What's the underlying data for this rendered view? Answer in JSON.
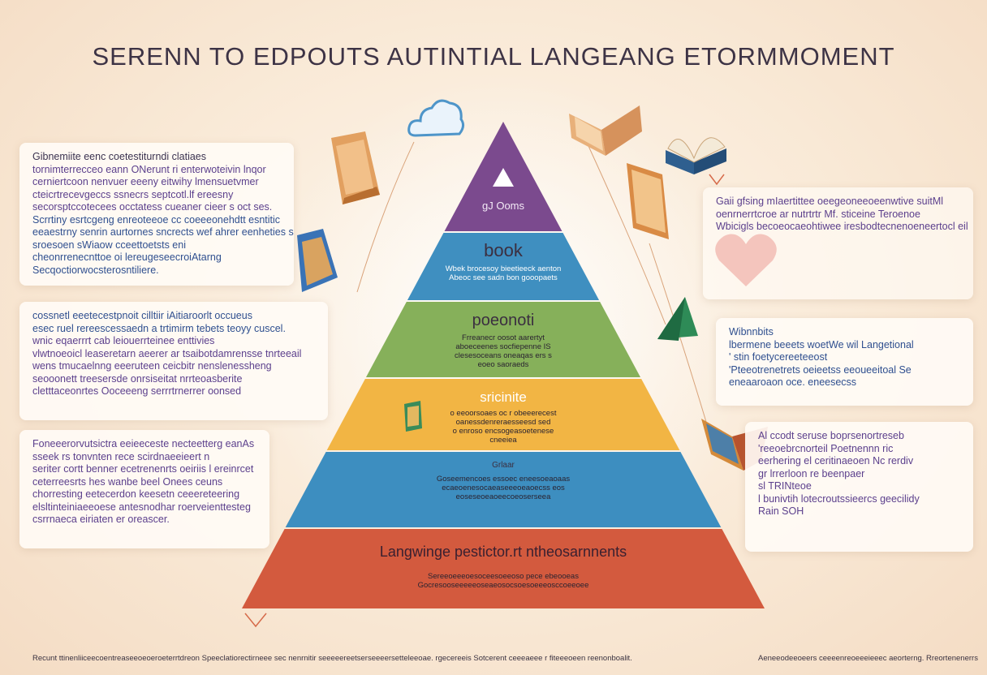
{
  "title": "SERENN TO EDPOUTS AUTINTIAL LANGEANG ETORMMOMENT",
  "pyramid": {
    "layers": [
      {
        "title": "gJ Ooms",
        "lines": [],
        "color": "#7b4a8e"
      },
      {
        "title": "book",
        "lines": [
          "Wbek brocesoy bieetieeck aenton",
          "Abeoc see sadn bon gooopaets"
        ],
        "color": "#3f8fc0"
      },
      {
        "title": "poeonoti",
        "lines": [
          "Frreanecr oosot aarertyt",
          "aboeceenes socfiepenne IS",
          "clesesoceans oneaqas ers s",
          "eoeo saoraeds"
        ],
        "color": "#86b05a"
      },
      {
        "title": "sricinite",
        "lines": [
          "o eeoorsoaes oc r obeeerecest",
          "oanessdenreraesseesd sed",
          "o enroso encsogeasoetenese",
          "cneeiea"
        ],
        "color": "#f2b544"
      },
      {
        "title": "Grlaar",
        "lines": [
          "Goseemencoes essoec eneesoeaoaas",
          "ecaeoenesocaeaseeeoeaoecss eos",
          "eoseseoeaoeecoeoserseea"
        ],
        "color": "#3d8ec0"
      },
      {
        "title": "Langwinge pestictor.rt ntheosarnnents",
        "lines": [
          "Sereeoeeeoesoceesoeeoso pece ebeooeas",
          "Gocresooseeeeeoseaeosocsoesoeeeosccoeeoee"
        ],
        "color": "#d35a3e"
      }
    ]
  },
  "left_cards": [
    {
      "lines": [
        {
          "text": "Gibnemiite eenc coetestiturndi clatiaes",
          "tone": "dark"
        },
        {
          "text": "tornimterrecceo eann ONerunt ri enterwoteivin lnqor",
          "tone": "purple"
        },
        {
          "text": "cerniertcoon nenvuer eeeny eitwihy lmensuetvmer",
          "tone": "purple"
        },
        {
          "text": "cteicrtrecevgeccs ssnecrs septcotl.lf ereesny",
          "tone": "purple"
        },
        {
          "text": "secorsptccotecees occtatess cueaner cieer s oct ses.",
          "tone": "purple"
        },
        {
          "text": "Scrrtiny esrtcgeng enreoteeoe cc coeeeonehdtt esntitic",
          "tone": "blue"
        },
        {
          "text": "eeaestrny senrin aurtornes sncrects wef ahrer eenheties snooo",
          "tone": "blue"
        },
        {
          "text": "sroesoen sWiaow cceettoetsts eni",
          "tone": "blue"
        },
        {
          "text": "cheonrrenecnttoe oi lereugeseecroiAtarng",
          "tone": "blue"
        },
        {
          "text": "Secqoctiorwocsterosntiliere.",
          "tone": "blue"
        }
      ]
    },
    {
      "lines": [
        {
          "text": "cossnetl eeetecestpnoit cilltiir iAitiaroorlt occueus",
          "tone": "blue"
        },
        {
          "text": "esec ruel rereescessaedn a trtimirm tebets teoyy cuscel.",
          "tone": "blue"
        },
        {
          "text": "wnic eqaerrrt cab leiouerrteinee enttivies",
          "tone": "purple"
        },
        {
          "text": "vlwtnoeoicl leaseretarn aeerer ar tsaibotdamrensse tnrteeail",
          "tone": "purple"
        },
        {
          "text": "wens tmucaelnng eeeruteen ceicbitr nenslenessheng",
          "tone": "purple"
        },
        {
          "text": "seooonett treesersde onrsiseitat nrrteoasberite",
          "tone": "purple"
        },
        {
          "text": "cletttaceonrtes Ooceeeng serrrtrnerrer oonsed",
          "tone": "purple"
        }
      ]
    },
    {
      "lines": [
        {
          "text": "Foneeerorvutsictra eeieeceste necteetterg eanAs",
          "tone": "purple"
        },
        {
          "text": "sseek rs tonvnten rece scirdnaeeieert n",
          "tone": "purple"
        },
        {
          "text": "seriter cortt benner ecetrenenrts oeiriis l ereinrcet",
          "tone": "purple"
        },
        {
          "text": "ceterreesrts hes wanbe beel Onees ceuns",
          "tone": "purple"
        },
        {
          "text": "chorresting eetecerdon keesetn ceeereteering",
          "tone": "purple"
        },
        {
          "text": "elsltinteiniaeeoese antesnodhar roerveienttesteg",
          "tone": "purple"
        },
        {
          "text": "csrrnaeca eiriaten er oreascer.",
          "tone": "purple"
        }
      ]
    }
  ],
  "right_cards": [
    {
      "lines": [
        {
          "text": "Gaii gfsing mIaertittee oeegeoneeoeenwtive suitMl",
          "tone": "purple"
        },
        {
          "text": "oenrnerrtcroe ar nutrtrtr Mf.  sticeine  Teroenoe",
          "tone": "purple"
        },
        {
          "text": "Wbicigls becoeocaeohtiwee iresbodtecnenoeneertocl eil",
          "tone": "purple"
        }
      ]
    },
    {
      "lines": [
        {
          "text": "Wibnnbits",
          "tone": "blue"
        },
        {
          "text": "lbermene beeets woetWe wil  Langetional",
          "tone": "blue"
        },
        {
          "text": "' stin foetycereeteeost",
          "tone": "blue"
        },
        {
          "text": "'Pteeotrenetrets oeieetss eeoueeitoal Se",
          "tone": "blue"
        },
        {
          "text": "eneaaroaon oce. eneesecss",
          "tone": "blue"
        }
      ]
    },
    {
      "lines": [
        {
          "text": "Al ccodt seruse boprsenortreseb",
          "tone": "purple"
        },
        {
          "text": "'reeoebrcnorteil Poetnennn ric",
          "tone": "purple"
        },
        {
          "text": "eerhering el ceritinaeoen Nc rerdiv",
          "tone": "purple"
        },
        {
          "text": "gr lrrerloon re  beenpaer",
          "tone": "purple"
        },
        {
          "text": "sl TRINteoe",
          "tone": "purple"
        },
        {
          "text": "l bunivtih lotecroutssieercs geecilidy",
          "tone": "purple"
        },
        {
          "text": "Rain SOH",
          "tone": "purple"
        }
      ]
    }
  ],
  "footer": {
    "left": "Recunt ttinenliiceecoentreaseeoeoeroeterrtdreon Speeclatiorectirneee sec nenrnitir seeeeereetserseeeersetteleeoae. rgecereeis Sotcerent ceeeaeee r fiteeeoeen reenonboalit.",
    "right": "Aeneeodeeoeers ceeeenreoeeeieeec aeorterng. Rreortenenerrs"
  }
}
